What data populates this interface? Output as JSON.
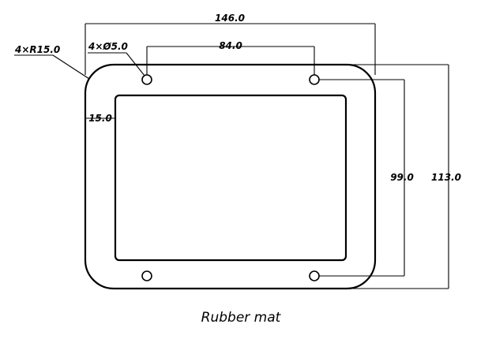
{
  "title": "Rubber mat",
  "dimensions": {
    "overall_width": "146.0",
    "hole_spacing_x": "84.0",
    "hole_spacing_y": "99.0",
    "overall_height": "113.0",
    "border_width": "15.0",
    "corner_radius": "4×R15.0",
    "hole_diameter": "4×Ø5.0"
  },
  "colors": {
    "line": "#000000",
    "background": "#ffffff"
  }
}
